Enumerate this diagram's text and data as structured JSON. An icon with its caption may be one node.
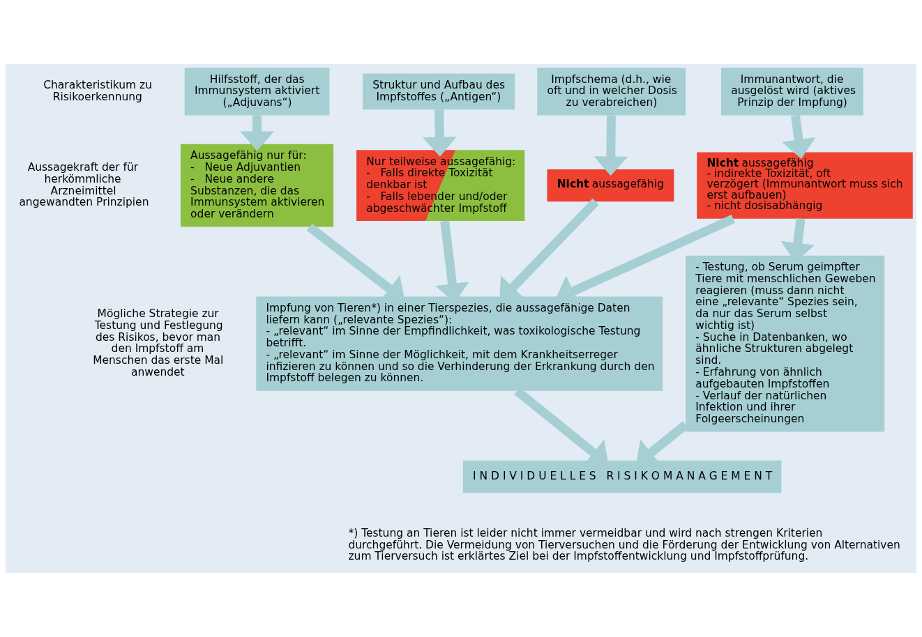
{
  "diagram": {
    "nodes": [
      {
        "text": [
          "Hilfsstoff, der das Immunsystem aktiviert („Adjuvans“)"
        ]
      },
      {
        "text": [
          "Struktur und Aufbau des Impfstoffes („Antigen“)"
        ]
      },
      {
        "text": [
          "Impfschema (d.h., wie oft und in welcher Dosis zu verabreichen)"
        ]
      },
      {
        "text": [
          "Immunantwort, die ausgelöst wird (aktives Prinzip der Impfung)"
        ]
      },
      {
        "text": [
          "Aussagefähig nur für:",
          "-   Neue Adjuvantien",
          "-   Neue andere Substanzen, die das Immunsystem aktivieren oder verändern"
        ]
      },
      {
        "text": [
          "Nur teilweise aussagefähig:",
          "-   Falls direkte Toxizität denkbar ist",
          "-   Falls lebender und/oder abgeschwächter Impfstoff"
        ]
      },
      {
        "text": [
          "**Nicht** aussagefähig"
        ]
      },
      {
        "text": [
          "**Nicht** aussagefähig",
          "- indirekte Toxizität, oft verzögert (Immunantwort muss sich erst aufbauen)",
          "- nicht dosisabhängig"
        ]
      },
      {
        "text": [
          "Impfung von Tieren*) in einer Tierspezies, die aussagefähige Daten liefern kann („relevante Spezies“):",
          "- „relevant“ im Sinne der Empfindlichkeit, was toxikologische Testung betrifft.",
          "- „relevant“ im Sinne der Möglichkeit, mit dem Krankheitserreger infizieren zu können und so die Verhinderung der Erkrankung durch den Impfstoff belegen zu können."
        ]
      },
      {
        "text": [
          "- Testung, ob Serum geimpfter Tiere mit menschlichen Geweben reagieren (muss dann nicht eine „relevante“ Spezies sein, da nur das Serum selbst wichtig ist)",
          "- Suche in Datenbanken, wo ähnliche Strukturen abgelegt sind.",
          "- Erfahrung von ähnlich aufgebauten Impfstoffen",
          "- Verlauf der natürlichen Infektion und ihrer Folgeerscheinungen"
        ]
      },
      {
        "text": [
          "I N D I V I D U E L L E S   R I S I K O M A N A G E M E N T"
        ]
      }
    ],
    "edges": [
      {
        "from": 0,
        "to": 4,
        "arrow": "to"
      },
      {
        "from": 1,
        "to": 5,
        "arrow": "to"
      },
      {
        "from": 2,
        "to": 6,
        "arrow": "to"
      },
      {
        "from": 3,
        "to": 7,
        "arrow": "to"
      },
      {
        "from": 4,
        "to": 8,
        "arrow": "to"
      },
      {
        "from": 5,
        "to": 8,
        "arrow": "to"
      },
      {
        "from": 6,
        "to": 8,
        "arrow": "to"
      },
      {
        "from": 7,
        "to": 8,
        "arrow": "to"
      },
      {
        "from": 7,
        "to": 9,
        "arrow": "to"
      },
      {
        "from": 8,
        "to": 10,
        "arrow": "to"
      },
      {
        "from": 9,
        "to": 10,
        "arrow": "to"
      }
    ],
    "labels": [
      "Charakteristikum zu Risikoerkennung",
      "Aussagekraft der für herkömmliche Arzneimittel angewandten Prinzipien",
      "Mögliche Strategie zur Testung und Festlegung des Risikos, bevor man den Impfstoff am Menschen das erste Mal anwendet",
      "*) Testung an Tieren ist leider nicht immer vermeidbar und wird nach strengen Kriterien durchgeführt. Die Vermeidung von Tierversuchen und die Förderung der Entwicklung von Alternativen zum Tierversuch ist erklärtes Ziel bei der Impfstoffentwicklung und Impfstoffprüfung."
    ]
  }
}
